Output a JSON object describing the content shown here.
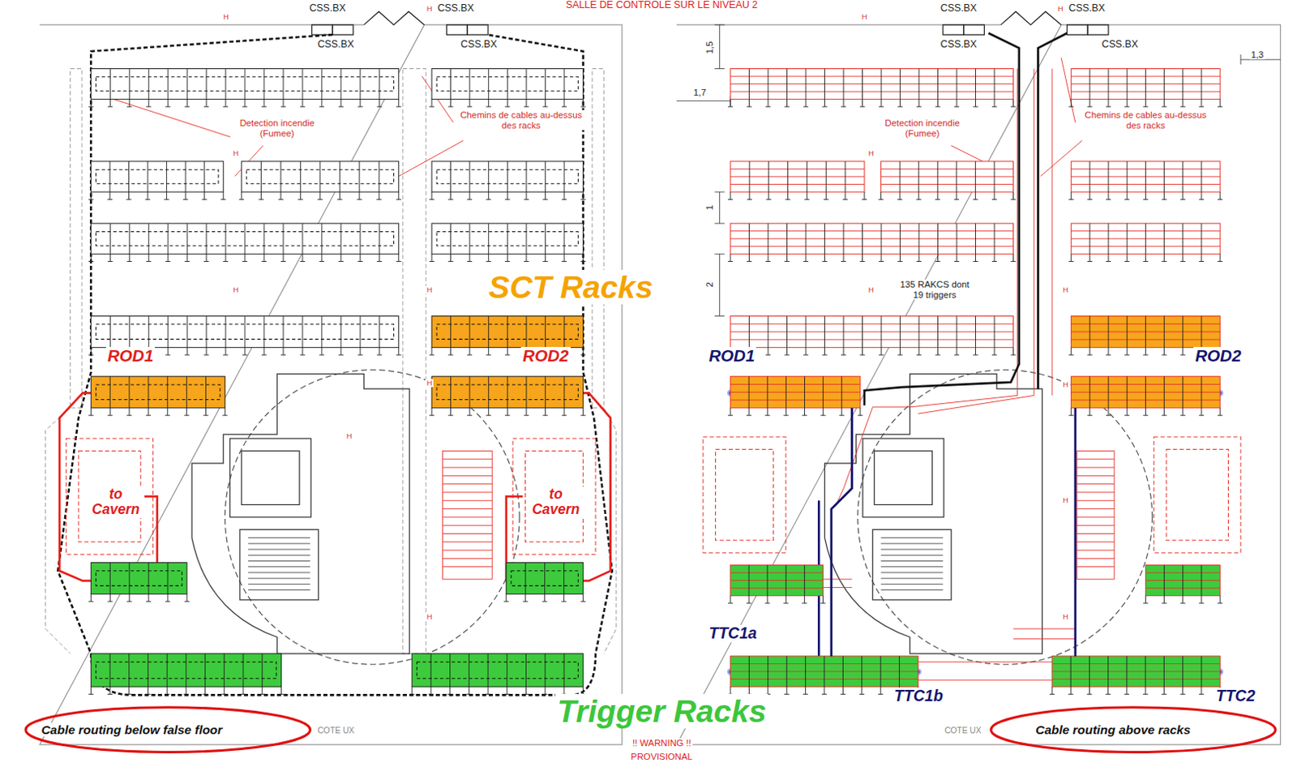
{
  "diagram": {
    "nodes": [
      {
        "text": [
          "ROD1"
        ]
      },
      {
        "text": [
          "ROD2"
        ]
      },
      {
        "text": [
          "ROD1"
        ]
      },
      {
        "text": [
          "ROD2"
        ]
      },
      {
        "text": [
          "TTC1a",
          "TTC1b"
        ]
      },
      {
        "text": [
          "TTC2"
        ]
      }
    ],
    "edges": [
      {
        "from": 2,
        "to": 4,
        "arrow": "none"
      },
      {
        "from": 3,
        "to": 5,
        "arrow": "none"
      }
    ],
    "labels": [
      "SALLE DE CONTROLE SUR LE NIVEAU 2",
      "CSS.BX",
      "CSS.BX",
      "CSS.BX",
      "CSS.BX",
      "CSS.BX",
      "CSS.BX",
      "CSS.BX",
      "CSS.BX",
      "Detection incendie (Fumee)",
      "Chemins de cables au-dessus des racks",
      "Detection incendie (Fumee)",
      "Chemins de cables au-dessus des racks",
      "SCT Racks",
      "to Cavern",
      "to Cavern",
      "Trigger Racks",
      "1,5",
      "1,3",
      "1,7",
      "1",
      "2",
      "135 RAKCS dont 19 triggers",
      "Cable routing below false floor",
      "COTE UX",
      "COTE UX",
      "Cable routing above racks",
      "!! WARNING !!",
      "PROVISIONAL",
      "H",
      "H",
      "H",
      "H",
      "H",
      "H",
      "H",
      "H",
      "H",
      "H",
      "H",
      "H",
      "H",
      "H",
      "H",
      "H"
    ]
  }
}
